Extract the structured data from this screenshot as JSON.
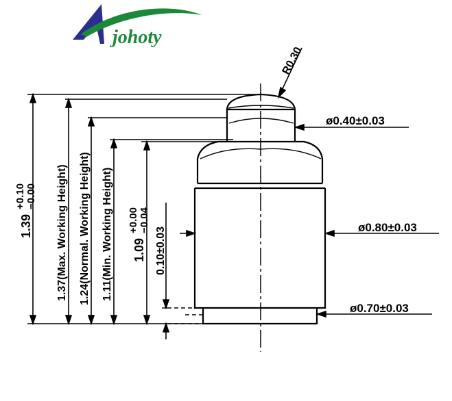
{
  "brand": {
    "name": "johoty",
    "colors": {
      "text": "#1a8a3a",
      "swoosh": "#1a8a3a",
      "mark": "#2a2f8f"
    }
  },
  "labels": {
    "radius": "R0.30",
    "dia_tip": "ø0.40±0.03",
    "dia_body": "ø0.80±0.03",
    "dia_base": "ø0.70±0.03",
    "total_height": "1.39",
    "total_tol_plus": "+0.10",
    "total_tol_minus": "−0.00",
    "max_working": "1.37(Max. Working Height)",
    "normal_working": "1.24(Normal. Working Height)",
    "min_working": "1.11(Min. Working Height)",
    "body_height": "1.09",
    "body_tol_plus": "+0.00",
    "body_tol_minus": "−0.04",
    "base_thickness": "0.10±0.03"
  }
}
